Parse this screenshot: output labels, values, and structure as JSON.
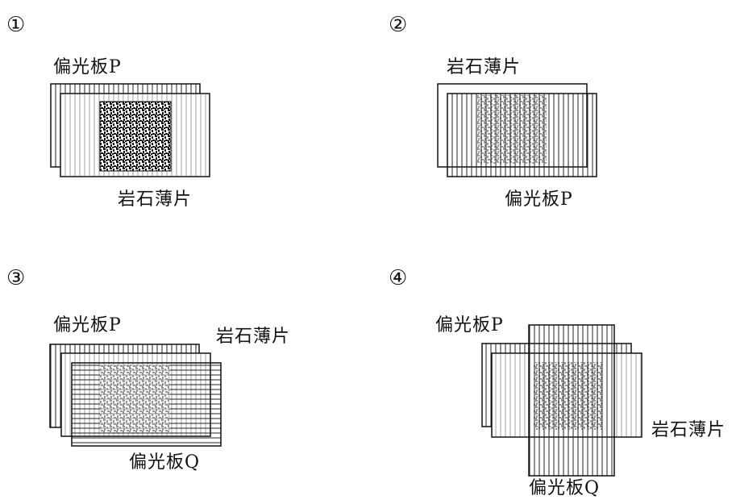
{
  "colors": {
    "ink": "#111111",
    "light_line": "#9a9a9a",
    "paper": "#ffffff"
  },
  "panels": [
    {
      "number": "①",
      "labels": {
        "polarizer_p": "偏光板P",
        "rock_section": "岩石薄片"
      }
    },
    {
      "number": "②",
      "labels": {
        "rock_section": "岩石薄片",
        "polarizer_p": "偏光板P"
      }
    },
    {
      "number": "③",
      "labels": {
        "polarizer_p": "偏光板P",
        "rock_section": "岩石薄片",
        "polarizer_q": "偏光板Q"
      }
    },
    {
      "number": "④",
      "labels": {
        "polarizer_p": "偏光板P",
        "rock_section": "岩石薄片",
        "polarizer_q": "偏光板Q"
      }
    }
  ]
}
